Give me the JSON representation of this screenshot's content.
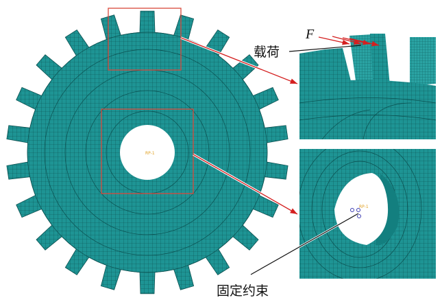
{
  "figure": {
    "load_label": "载荷",
    "force_symbol": "F",
    "constraint_label": "固定约束",
    "reference_point": "RP-1"
  },
  "colors": {
    "mesh_fill": "#1e9494",
    "mesh_line": "#0b4f4f",
    "highlight_box": "#d9473a",
    "arrow": "#d42020",
    "text": "#111111"
  },
  "gear": {
    "teeth": 22
  }
}
